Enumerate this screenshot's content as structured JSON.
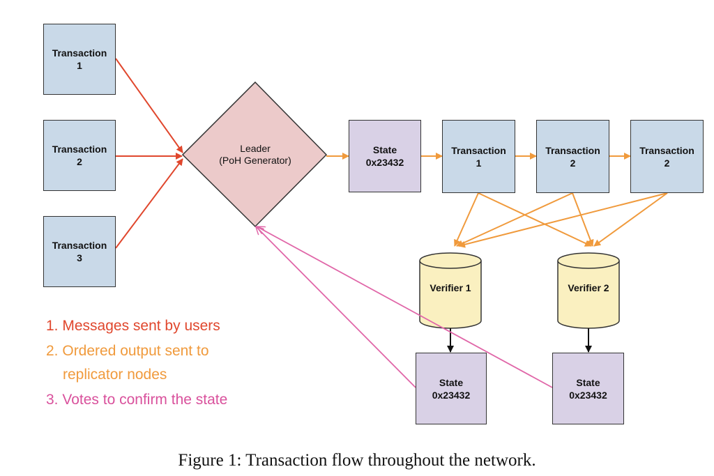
{
  "colors": {
    "transaction_fill": "#c9d9e8",
    "state_fill": "#d9d1e6",
    "leader_fill": "#eccaca",
    "verifier_fill": "#faf0c0",
    "users_arrow": "#e0472d",
    "ordered_arrow": "#f09a3c",
    "votes_arrow": "#e066a8"
  },
  "transactions_in": [
    {
      "line1": "Transaction",
      "line2": "1"
    },
    {
      "line1": "Transaction",
      "line2": "2"
    },
    {
      "line1": "Transaction",
      "line2": "3"
    }
  ],
  "leader": {
    "line1": "Leader",
    "line2": "(PoH Generator)"
  },
  "chain": {
    "state": {
      "line1": "State",
      "line2": "0x23432"
    },
    "transactions": [
      {
        "line1": "Transaction",
        "line2": "1"
      },
      {
        "line1": "Transaction",
        "line2": "2"
      },
      {
        "line1": "Transaction",
        "line2": "2"
      }
    ]
  },
  "verifiers": [
    {
      "label": "Verifier 1"
    },
    {
      "label": "Verifier 2"
    }
  ],
  "verifier_states": [
    {
      "line1": "State",
      "line2": "0x23432"
    },
    {
      "line1": "State",
      "line2": "0x23432"
    }
  ],
  "legend": [
    {
      "number": "1.",
      "text": "Messages sent by users"
    },
    {
      "number": "2.",
      "text": "Ordered output sent to",
      "text2": "replicator nodes"
    },
    {
      "number": "3.",
      "text": "Votes to confirm the state"
    }
  ],
  "caption": "Figure 1: Transaction flow throughout the network."
}
